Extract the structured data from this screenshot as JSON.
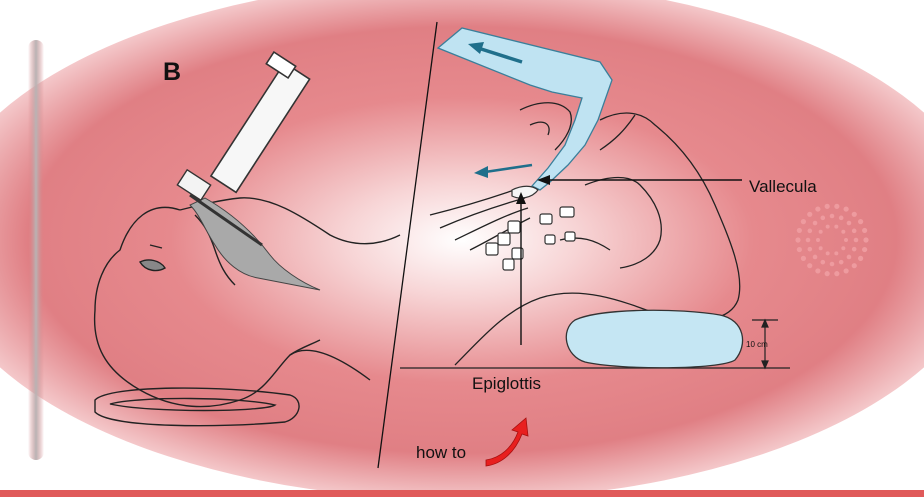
{
  "panel_label": "B",
  "labels": {
    "vallecula": "Vallecula",
    "epiglottis": "Epiglottis",
    "measure": "10 cm",
    "hint": "how to"
  },
  "colors": {
    "background_outer": "#ffffff",
    "background_mid": "#e4858a",
    "background_center": "#ffffff",
    "bottom_bar": "#e05a5a",
    "instrument_blue": "#bfe3f2",
    "arrow_blue": "#1f6f8b",
    "pillow_blue": "#c5e6f3",
    "tongue_gray": "#a9a9a9",
    "hint_arrow_red": "#e81f1f"
  },
  "icons": [
    "dotted-circle-icon",
    "curved-arrow-icon"
  ]
}
